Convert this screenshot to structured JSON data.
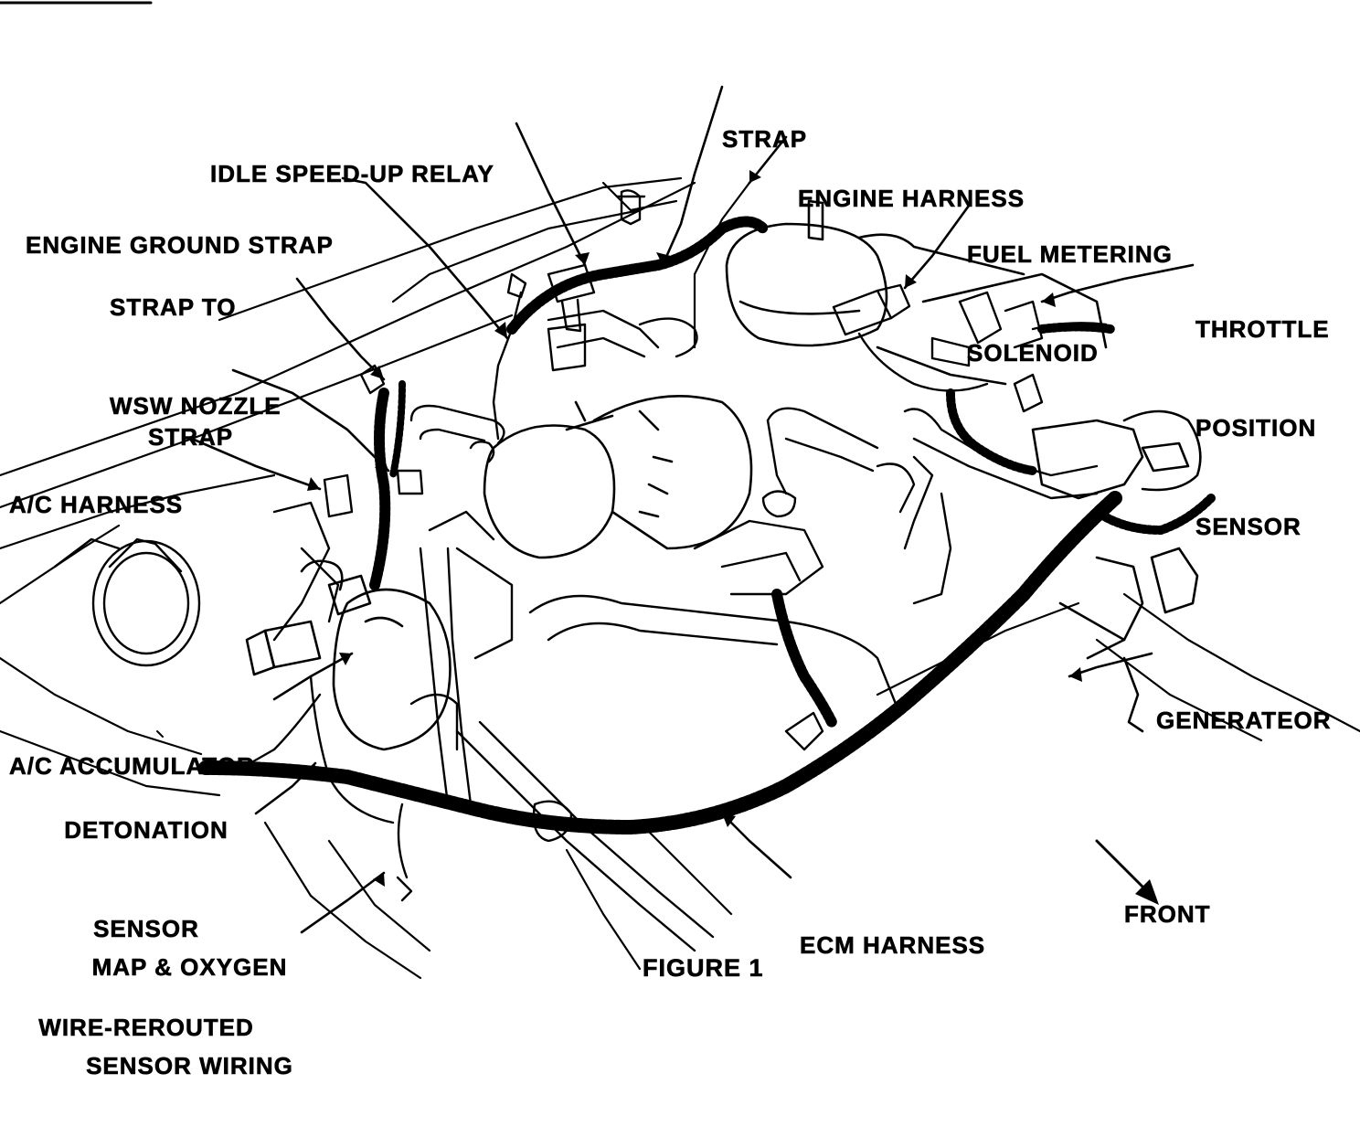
{
  "figure": {
    "caption": "FIGURE 1",
    "ink_color": "#000000",
    "paper_color": "#ffffff",
    "callouts": {
      "strap_top": [
        "STRAP"
      ],
      "idle_speed_up_relay": [
        "IDLE SPEED-UP RELAY"
      ],
      "engine_harness": [
        "ENGINE HARNESS"
      ],
      "engine_ground_strap": [
        "ENGINE GROUND STRAP"
      ],
      "fuel_metering_solenoid": [
        "FUEL METERING",
        "SOLENOID"
      ],
      "strap_to_wsw_nozzle": [
        "STRAP TO",
        "WSW NOZZLE"
      ],
      "throttle_position_sensor": [
        "THROTTLE",
        "POSITION",
        "SENSOR"
      ],
      "strap_left": [
        "STRAP"
      ],
      "ac_harness": [
        "A/C HARNESS"
      ],
      "generator": [
        "GENERATEOR"
      ],
      "ac_accumulator": [
        "A/C ACCUMULATOR"
      ],
      "detonation_sensor": [
        "DETONATION",
        "SENSOR",
        "WIRE-REROUTED"
      ],
      "front": [
        "FRONT"
      ],
      "ecm_harness": [
        "ECM HARNESS"
      ],
      "map_oxygen_wiring": [
        "MAP & OXYGEN",
        "SENSOR WIRING"
      ]
    }
  }
}
